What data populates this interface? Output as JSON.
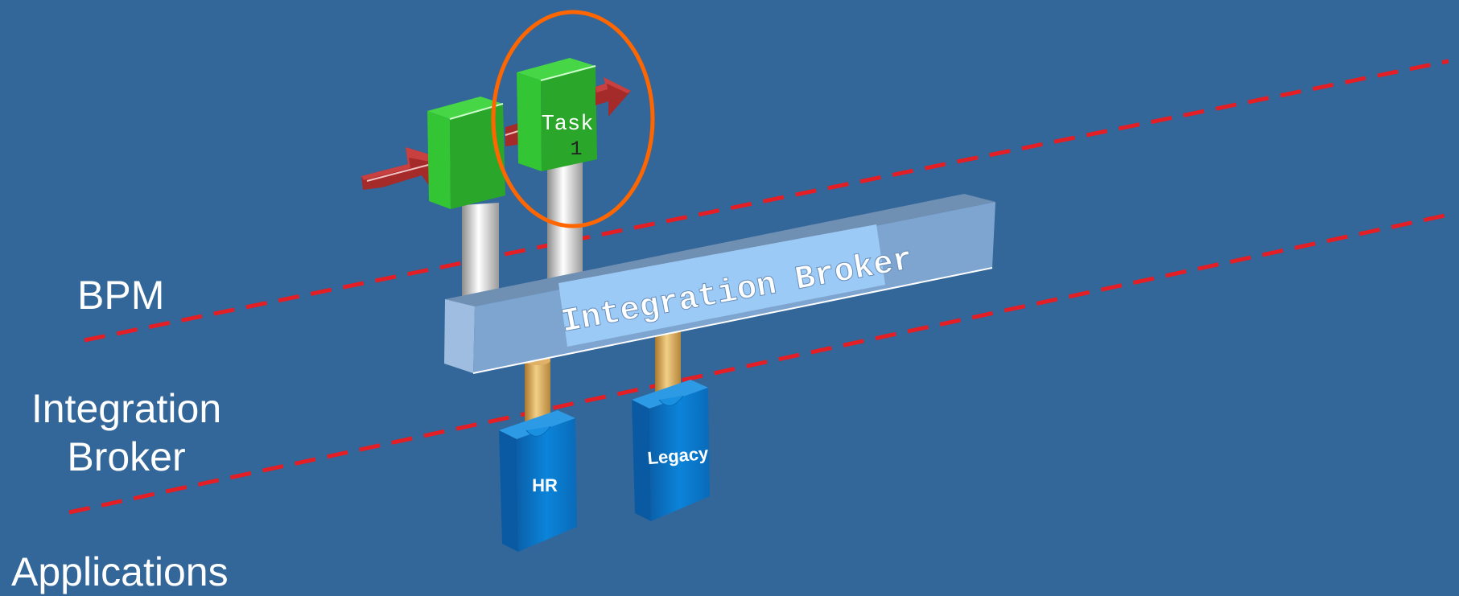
{
  "layers": {
    "bpm": "BPM",
    "integration_broker_line1": "Integration",
    "integration_broker_line2": "Broker",
    "applications": "Applications"
  },
  "broker": {
    "label": "Integration Broker"
  },
  "tasks": {
    "task1_line1": "Task",
    "task1_line2": "1"
  },
  "apps": {
    "hr": "HR",
    "legacy": "Legacy"
  },
  "colors": {
    "background": "#336699",
    "boundary_dash": "#e31e24",
    "highlight_ellipse": "#ff6600",
    "task_green": "#2eb82e",
    "arrow_red": "#a52a2a",
    "broker_blue": "#7fa6d1",
    "app_blue": "#0b7fd4",
    "connector_gold": "#d4a04a"
  }
}
